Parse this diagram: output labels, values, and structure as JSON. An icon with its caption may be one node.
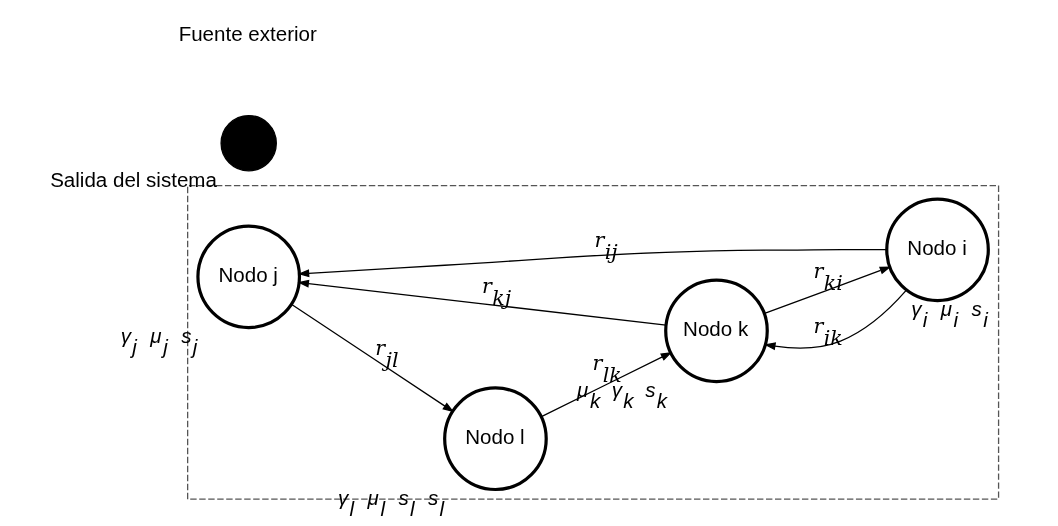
{
  "diagram": {
    "nodes": [
      {
        "text": [],
        "shape": "cloud"
      },
      {
        "text": [
          "Nodo j"
        ],
        "in": 0,
        "beside": [
          "γ$_{j}$",
          "μ$_{j}$",
          "s$_{j}$"
        ]
      },
      {
        "text": [
          "Nodo i"
        ],
        "in": 0,
        "beside": [
          "γ$_{i}$",
          "μ$_{i}$",
          "s$_{i}$"
        ]
      },
      {
        "text": [
          "Nodo k"
        ],
        "in": 0,
        "beside": [
          "μ$_{k}$",
          "γ$_{k}$",
          "s$_{k}$"
        ]
      },
      {
        "text": [
          "Nodo l"
        ],
        "in": 0,
        "beside": [
          "γ$_{l}$",
          "μ$_{l}$",
          "s$_{l}$",
          "s$_{l}$"
        ]
      },
      {
        "text": [],
        "shape": "circle",
        "beside": [
          "Salida del sistema"
        ]
      }
    ],
    "edges": [
      {
        "from": 2,
        "to": 1,
        "arrow": "to",
        "label": "r$_{ij}$"
      },
      {
        "from": 2,
        "to": 3,
        "arrow": "to",
        "label": "r$_{ik}$"
      },
      {
        "from": 3,
        "to": 2,
        "arrow": "to",
        "label": "r$_{ki}$"
      },
      {
        "from": 3,
        "to": 1,
        "arrow": "to",
        "label": "r$_{kj}$"
      },
      {
        "from": 1,
        "to": 4,
        "arrow": "to",
        "label": "r$_{jl}$"
      },
      {
        "from": 4,
        "to": 3,
        "arrow": "to",
        "label": "r$_{lk}$"
      }
    ],
    "labels": [
      "Fuente exterior"
    ]
  }
}
